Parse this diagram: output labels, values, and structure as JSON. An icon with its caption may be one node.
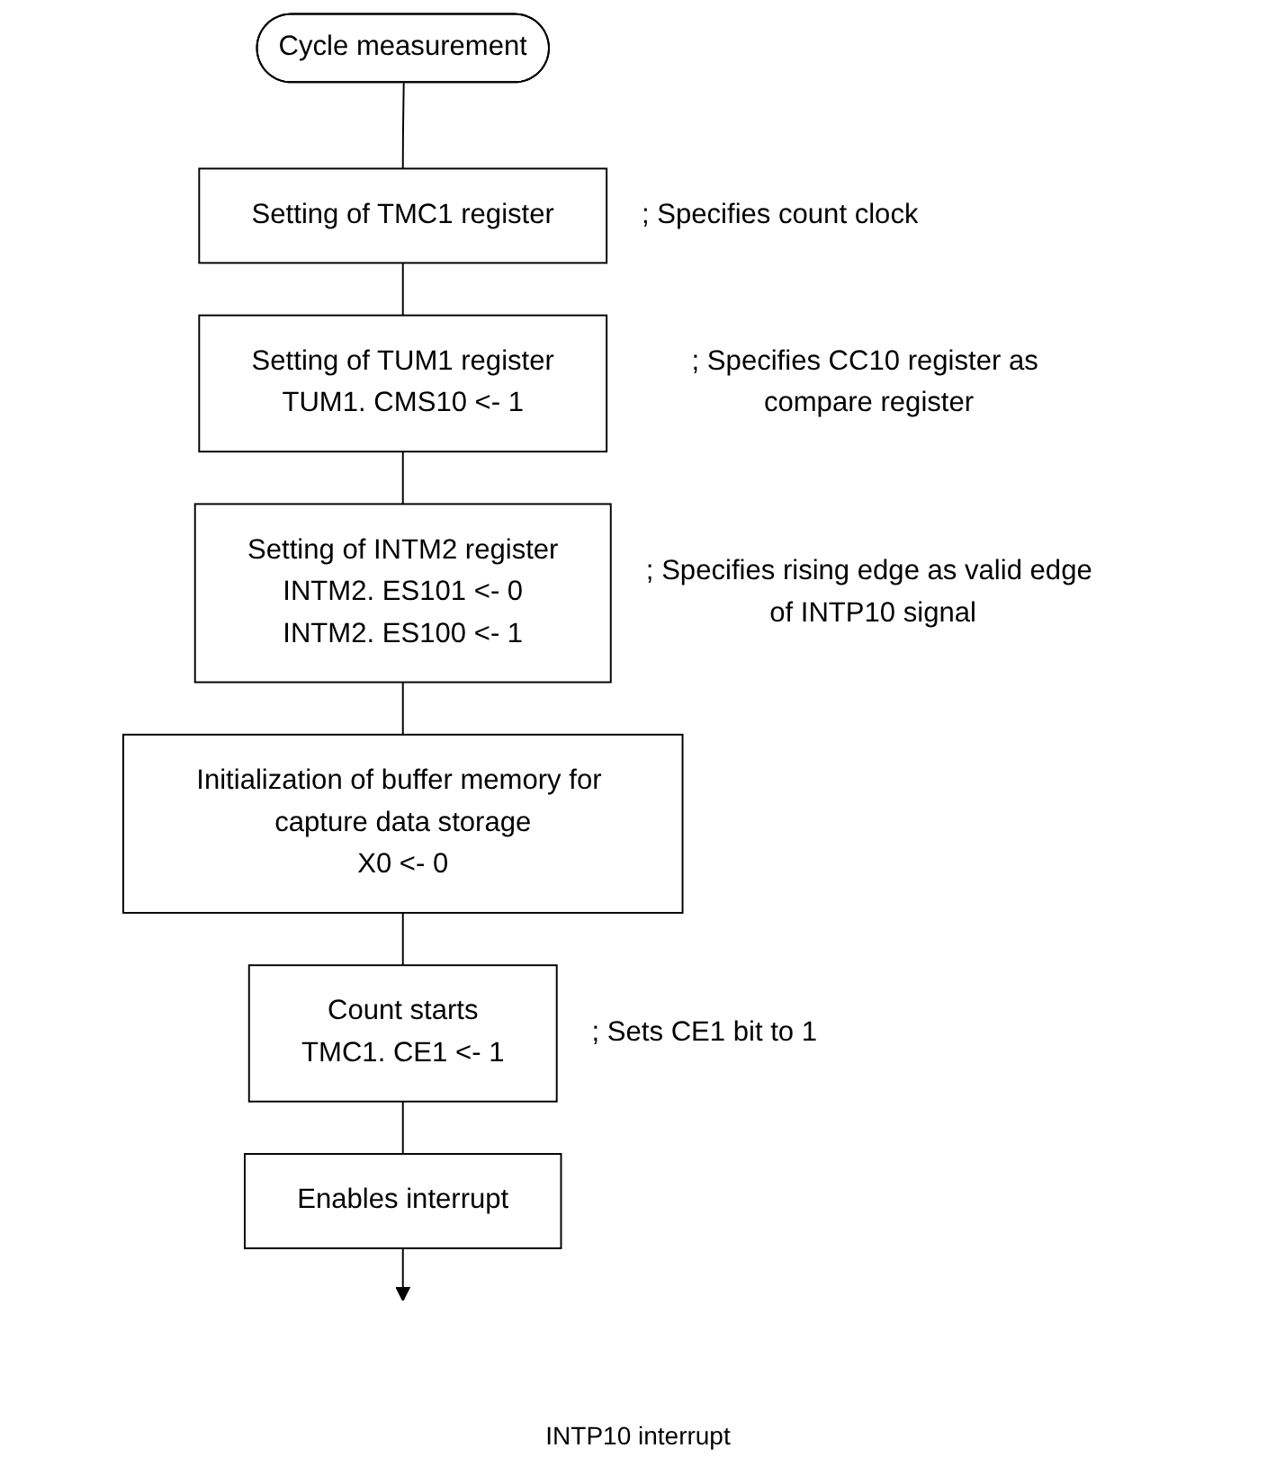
{
  "diagram": {
    "nodes": [
      {
        "text": [
          "Cycle measurement"
        ]
      },
      {
        "text": [
          "Setting of TMC1 register"
        ],
        "beside": [
          "; Specifies count clock"
        ]
      },
      {
        "text": [
          "Setting of TUM1 register",
          "TUM1. CMS10 <- 1"
        ],
        "beside": [
          "; Specifies CC10 register as compare register"
        ]
      },
      {
        "text": [
          "Setting of INTM2 register",
          "INTM2. ES101 <- 0",
          "INTM2. ES100 <- 1"
        ],
        "beside": [
          "; Specifies rising edge as valid edge of INTP10 signal"
        ]
      },
      {
        "text": [
          "Initialization of buffer memory for capture data storage",
          "X0 <- 0"
        ]
      },
      {
        "text": [
          "Count starts",
          "TMC1. CE1 <- 1"
        ],
        "beside": [
          "; Sets CE1 bit to 1"
        ]
      },
      {
        "text": [
          "Enables interrupt"
        ]
      }
    ],
    "edges": [
      {
        "from": 0,
        "to": 1,
        "arrow": "none"
      },
      {
        "from": 1,
        "to": 2,
        "arrow": "none"
      },
      {
        "from": 2,
        "to": 3,
        "arrow": "none"
      },
      {
        "from": 3,
        "to": 4,
        "arrow": "none"
      },
      {
        "from": 4,
        "to": 5,
        "arrow": "none"
      },
      {
        "from": 5,
        "to": 6,
        "arrow": "none"
      },
      {
        "from": 6,
        "to": null,
        "arrow": "to"
      }
    ],
    "labels": [
      "INTP10 interrupt"
    ]
  }
}
